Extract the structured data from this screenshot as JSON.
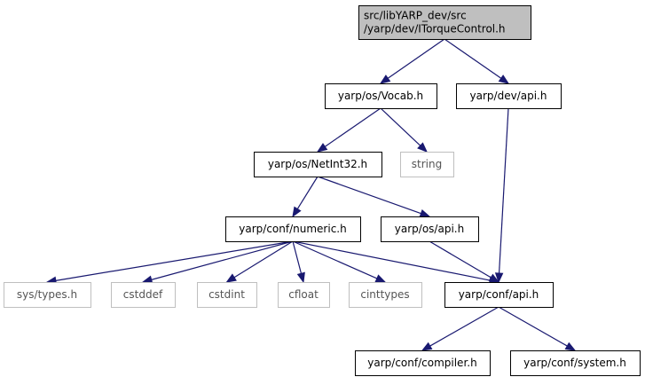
{
  "graph": {
    "title": "src/libYARP_dev/src/yarp/dev/ITorqueControl.h",
    "colors": {
      "root_fill": "#bfbfbf",
      "root_stroke": "#000000",
      "node_fill": "#ffffff",
      "node_stroke": "#000000",
      "external_stroke": "#bfbfbf",
      "external_text": "#555555",
      "text": "#000000",
      "edge": "#191970"
    },
    "nodes": [
      {
        "id": "itorque",
        "lines": [
          "src/libYARP_dev/src",
          "/yarp/dev/ITorqueControl.h"
        ],
        "kind": "root",
        "name": "node-itorquecontrol-h"
      },
      {
        "id": "vocab",
        "lines": [
          "yarp/os/Vocab.h"
        ],
        "kind": "normal",
        "name": "node-yarp-os-vocab-h"
      },
      {
        "id": "devapi",
        "lines": [
          "yarp/dev/api.h"
        ],
        "kind": "normal",
        "name": "node-yarp-dev-api-h"
      },
      {
        "id": "netint",
        "lines": [
          "yarp/os/NetInt32.h"
        ],
        "kind": "normal",
        "name": "node-yarp-os-netint32-h"
      },
      {
        "id": "string",
        "lines": [
          "string"
        ],
        "kind": "external",
        "name": "node-string"
      },
      {
        "id": "numeric",
        "lines": [
          "yarp/conf/numeric.h"
        ],
        "kind": "normal",
        "name": "node-yarp-conf-numeric-h"
      },
      {
        "id": "osapi",
        "lines": [
          "yarp/os/api.h"
        ],
        "kind": "normal",
        "name": "node-yarp-os-api-h"
      },
      {
        "id": "systypes",
        "lines": [
          "sys/types.h"
        ],
        "kind": "external",
        "name": "node-sys-types-h"
      },
      {
        "id": "cstddef",
        "lines": [
          "cstddef"
        ],
        "kind": "external",
        "name": "node-cstddef"
      },
      {
        "id": "cstdint",
        "lines": [
          "cstdint"
        ],
        "kind": "external",
        "name": "node-cstdint"
      },
      {
        "id": "cfloat",
        "lines": [
          "cfloat"
        ],
        "kind": "external",
        "name": "node-cfloat"
      },
      {
        "id": "cinttypes",
        "lines": [
          "cinttypes"
        ],
        "kind": "external",
        "name": "node-cinttypes"
      },
      {
        "id": "confapi",
        "lines": [
          "yarp/conf/api.h"
        ],
        "kind": "normal",
        "name": "node-yarp-conf-api-h"
      },
      {
        "id": "compiler",
        "lines": [
          "yarp/conf/compiler.h"
        ],
        "kind": "normal",
        "name": "node-yarp-conf-compiler-h"
      },
      {
        "id": "system",
        "lines": [
          "yarp/conf/system.h"
        ],
        "kind": "normal",
        "name": "node-yarp-conf-system-h"
      }
    ],
    "edges": [
      {
        "from": "itorque",
        "to": "vocab"
      },
      {
        "from": "itorque",
        "to": "devapi"
      },
      {
        "from": "vocab",
        "to": "netint"
      },
      {
        "from": "vocab",
        "to": "string"
      },
      {
        "from": "devapi",
        "to": "confapi"
      },
      {
        "from": "netint",
        "to": "numeric"
      },
      {
        "from": "netint",
        "to": "osapi"
      },
      {
        "from": "numeric",
        "to": "systypes"
      },
      {
        "from": "numeric",
        "to": "cstddef"
      },
      {
        "from": "numeric",
        "to": "cstdint"
      },
      {
        "from": "numeric",
        "to": "cfloat"
      },
      {
        "from": "numeric",
        "to": "cinttypes"
      },
      {
        "from": "numeric",
        "to": "confapi"
      },
      {
        "from": "osapi",
        "to": "confapi"
      },
      {
        "from": "confapi",
        "to": "compiler"
      },
      {
        "from": "confapi",
        "to": "system"
      }
    ]
  }
}
